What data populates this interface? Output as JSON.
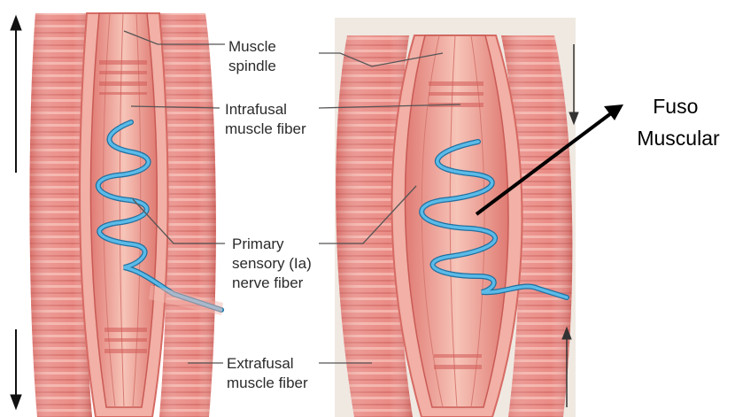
{
  "labels": {
    "muscle_spindle": [
      "Muscle",
      "spindle"
    ],
    "intrafusal": [
      "Intrafusal",
      "muscle fiber"
    ],
    "primary_sensory": [
      "Primary",
      "sensory (Ia)",
      "nerve fiber"
    ],
    "extrafusal": [
      "Extrafusal",
      "muscle fiber"
    ]
  },
  "annotation": [
    "Fuso",
    "Muscular"
  ],
  "colors": {
    "muscle": "#e9857f",
    "muscle_light": "#f4b7ad",
    "muscle_dark": "#c95a55",
    "nerve": "#3fa7dd",
    "nerve_dark": "#1f6f9f",
    "leader_line": "#555555",
    "arrow": "#000000",
    "background_strip": "#efe9e2"
  },
  "icons": [
    "double-headed-stretch-arrow-icon",
    "pointer-arrow-icon"
  ]
}
